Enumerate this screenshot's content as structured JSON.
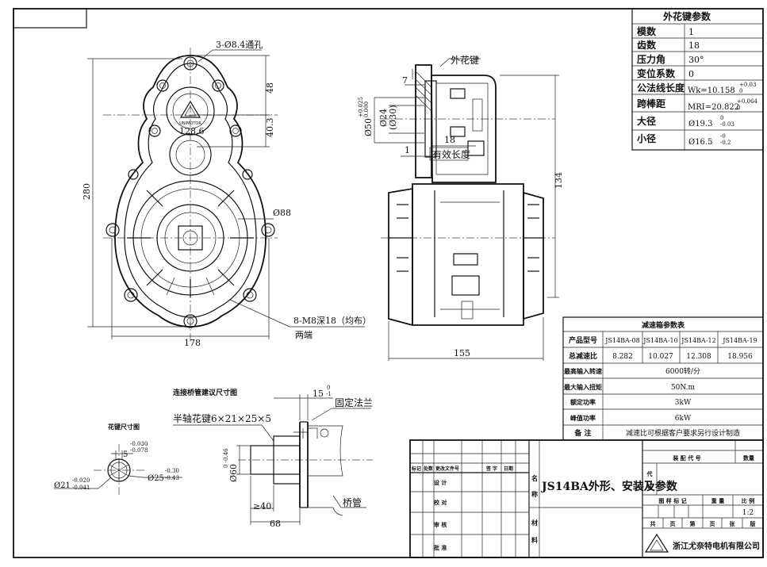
{
  "spline_table": {
    "title": "外花键参数",
    "rows": [
      {
        "name": "模数",
        "value": "1"
      },
      {
        "name": "齿数",
        "value": "18"
      },
      {
        "name": "压力角",
        "value": "30°"
      },
      {
        "name": "变位系数",
        "value": "0"
      },
      {
        "name": "公法线长度",
        "value": "Wk=10.158",
        "tol_up": "+0.03",
        "tol_dn": "0"
      },
      {
        "name": "跨棒距",
        "value": "MRI=20.822",
        "tol_up": "+0.064",
        "tol_dn": "0"
      },
      {
        "name": "大径",
        "value": "Ø19.3",
        "tol_up": "0",
        "tol_dn": "-0.03"
      },
      {
        "name": "小径",
        "value": "Ø16.5",
        "tol_up": "-0",
        "tol_dn": "-0.2"
      }
    ]
  },
  "gearbox_table": {
    "title": "减速箱参数表",
    "header_label": "产品型号",
    "models": [
      "JS14BA-08",
      "JS14BA-10",
      "JS14BA-12",
      "JS14BA-19"
    ],
    "ratio_label": "总减速比",
    "ratios": [
      "8.282",
      "10.027",
      "12.308",
      "18.956"
    ],
    "rows": [
      {
        "name": "最高输入转速",
        "value": "6000转/分"
      },
      {
        "name": "最大输入扭矩",
        "value": "50N.m"
      },
      {
        "name": "额定功率",
        "value": "3kW"
      },
      {
        "name": "峰值功率",
        "value": "6kW"
      },
      {
        "name": "备 注",
        "value": "减速比可根据客户要求另行设计制造"
      }
    ]
  },
  "title_block": {
    "drawing_title": "JS14BA外形、安装及参数",
    "company": "浙江尤奈特电机有限公司",
    "scale": "1:2",
    "rev_headers": [
      "标记",
      "处数",
      "更改文件号",
      "签 字",
      "日期"
    ],
    "roles": [
      "设 计",
      "校 对",
      "审 核",
      "批 准"
    ],
    "name_chars": [
      "名",
      "称"
    ],
    "material_chars": [
      "材",
      "料"
    ],
    "code_label": "装 配 代 号",
    "qty_label": "数量",
    "code_chars": [
      "代",
      "号"
    ],
    "sub_headers": [
      "图 样 标 记",
      "重 量",
      "比 例"
    ],
    "sheet_labels": [
      "共",
      "页",
      "第",
      "页",
      "张",
      "版"
    ]
  },
  "front_view": {
    "top_holes": "3-Ø8.4通孔",
    "dim_48": "48",
    "dim_40_3": "40.3",
    "dim_128_6": "128.6",
    "dim_280": "280",
    "dim_88": "Ø88",
    "dim_178": "178",
    "threads": "8-M8深18（均布）",
    "both_ends": "两端",
    "logo_text": "UNIMOTOR"
  },
  "side_view": {
    "outer_spline": "外花键",
    "dim_7": "7",
    "dim_50": "Ø50",
    "dim_50_up": "+0.025",
    "dim_50_dn": "0.000",
    "dim_24": "Ø24",
    "dim_30": "(Ø30)",
    "dim_18": "18",
    "dim_1": "1",
    "effective_len": "有效长度",
    "dim_134": "134",
    "dim_155": "155"
  },
  "axle_detail": {
    "title": "连接桥管建议尺寸图",
    "half_shaft": "半轴花键6×21×25×5",
    "dim_15": "15",
    "dim_15_tol": "-1",
    "dim_15_tol0": "0",
    "fixed_flange": "固定法兰",
    "dim_60": "Ø60",
    "dim_60_tol": "0\n-0.46",
    "dim_40": "≥40",
    "dim_68": "68",
    "axle_tube": "桥管"
  },
  "key_detail": {
    "title": "花键尺寸图",
    "dim_5": "5",
    "dim_5_up": "-0.030",
    "dim_5_dn": "-0.078",
    "dim_21": "Ø21",
    "dim_21_up": "-0.020",
    "dim_21_dn": "-0.041",
    "dim_25": "Ø25",
    "dim_25_up": "-0.30",
    "dim_25_dn": "-0.43"
  }
}
